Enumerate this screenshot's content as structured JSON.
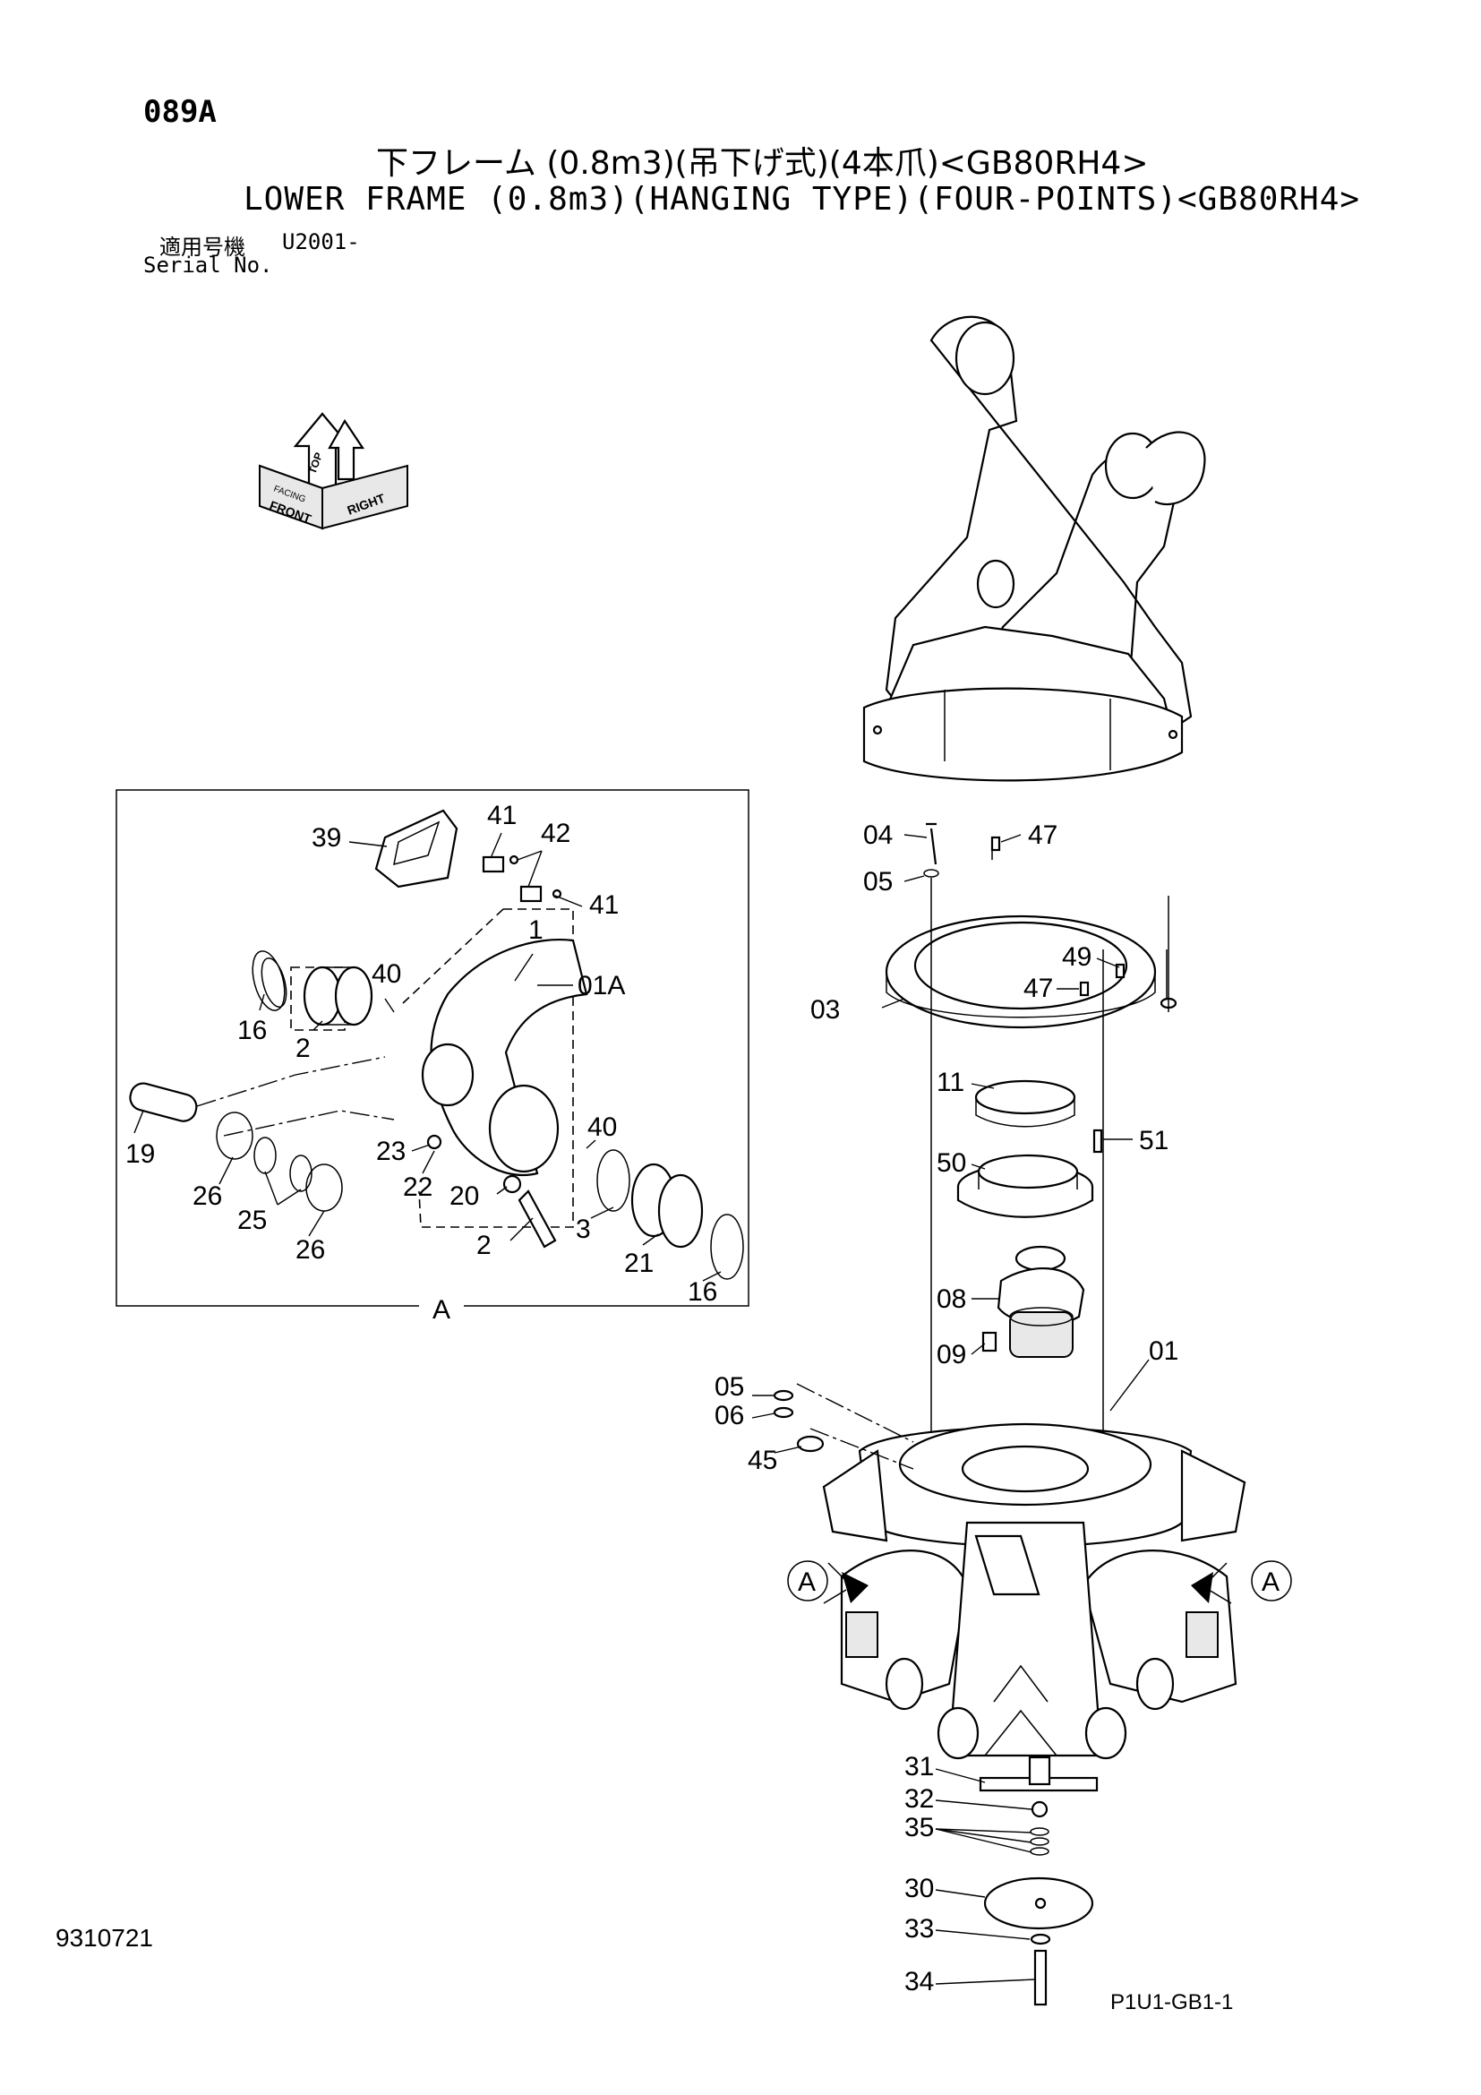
{
  "header": {
    "code": "089A",
    "title_jp": "下フレーム (0.8m3)(吊下げ式)(4本爪)<GB80RH4>",
    "title_en": "LOWER FRAME (0.8m3)(HANGING TYPE)(FOUR-POINTS)<GB80RH4>",
    "serial_label_jp": "適用号機",
    "serial_value": "U2001-",
    "serial_label_en": "Serial No."
  },
  "footer": {
    "doc_number": "9310721",
    "page_code": "P1U1-GB1-1"
  },
  "orientation": {
    "top": "TOP",
    "front": "FRONT",
    "right": "RIGHT",
    "facing": "FACING"
  },
  "detail": {
    "label": "A",
    "callouts": [
      "39",
      "41",
      "42",
      "41",
      "1",
      "40",
      "01A",
      "16",
      "2",
      "19",
      "40",
      "23",
      "22",
      "20",
      "26",
      "25",
      "26",
      "3",
      "2",
      "21",
      "16"
    ]
  },
  "main": {
    "view_markers": [
      "A",
      "A"
    ],
    "callouts": [
      "04",
      "47",
      "05",
      "49",
      "47",
      "03",
      "11",
      "51",
      "50",
      "08",
      "09",
      "01",
      "05",
      "06",
      "45",
      "31",
      "32",
      "35",
      "30",
      "33",
      "34"
    ]
  }
}
